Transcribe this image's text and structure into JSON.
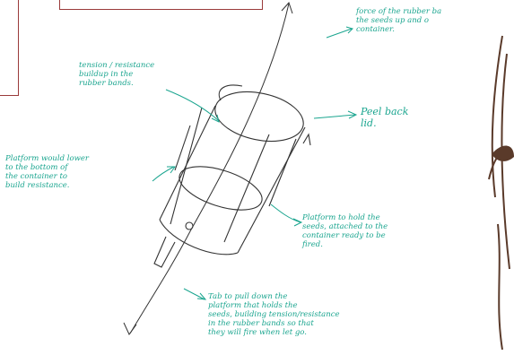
{
  "annotations": {
    "force": "force of the rubber ba\nthe seeds up and o\ncontainer.",
    "tension": "tension / resistance\nbuildup in the\nrubber bands.",
    "peel": "Peel back\nlid.",
    "platform_lower": "Platform would lower\nto the bottom of\nthe container to\nbuild resistance.",
    "platform_hold": "Platform to hold the\nseeds, attached to the\ncontainer ready to be\nfired.",
    "tab": "Tab to pull down the\nplatform that holds the\nseeds, building tension/resistance\nin the rubber bands so that\nthey will fire when let go."
  },
  "colors": {
    "ink": "#1aa58f",
    "sketch": "#333333",
    "frame": "#9a3a3a",
    "decor": "#5a3a2a"
  }
}
